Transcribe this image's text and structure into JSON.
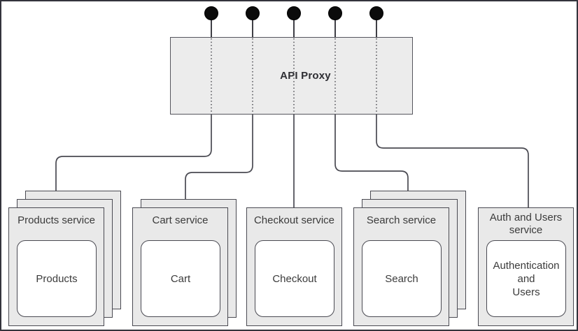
{
  "frame": {
    "background": "#ffffff",
    "border_color": "#34343c"
  },
  "proxy": {
    "label": "API Proxy",
    "fill": "#ececec",
    "border_color": "#55555d"
  },
  "endpoints": {
    "count": 5,
    "dot_color": "#0b0b0b"
  },
  "connector": {
    "color": "#4a4a52",
    "dotted_color": "#55555b"
  },
  "service_style": {
    "fill": "#e9e9e9",
    "border_color": "#4a4a52",
    "node_fill": "#ffffff",
    "text_color": "#3b3b3b"
  },
  "services": [
    {
      "title": "Products service",
      "node_lines": [
        "Products"
      ],
      "stack_count": 3
    },
    {
      "title": "Cart service",
      "node_lines": [
        "Cart"
      ],
      "stack_count": 2
    },
    {
      "title": "Checkout service",
      "node_lines": [
        "Checkout"
      ],
      "stack_count": 1
    },
    {
      "title": "Search service",
      "node_lines": [
        "Search"
      ],
      "stack_count": 3
    },
    {
      "title": "Auth and Users service",
      "node_lines": [
        "Authentication",
        "and",
        "Users"
      ],
      "stack_count": 1
    }
  ]
}
